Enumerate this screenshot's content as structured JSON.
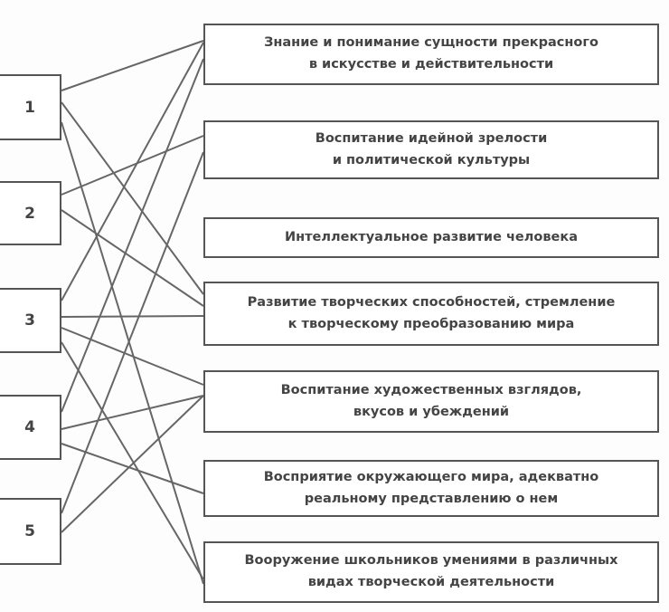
{
  "numbers": [
    "1",
    "2",
    "3",
    "4",
    "5"
  ],
  "goals": [
    "Знание и понимание сущности прекрасного\nв искусстве и действительности",
    "Воспитание идейной зрелости\nи политической культуры",
    "Интеллектуальное развитие человека",
    "Развитие творческих способностей, стремление\nк творческому преобразованию мира",
    "Воспитание художественных взглядов,\nвкусов и убеждений",
    "Восприятие окружающего мира, адекватно\nреальному представлению о нем",
    "Вооружение школьников умениями в различных\nвидах творческой деятельности"
  ],
  "connections": [
    [
      1,
      1
    ],
    [
      1,
      4
    ],
    [
      1,
      7
    ],
    [
      2,
      2
    ],
    [
      2,
      4
    ],
    [
      3,
      1
    ],
    [
      3,
      4
    ],
    [
      3,
      5
    ],
    [
      3,
      7
    ],
    [
      4,
      1
    ],
    [
      4,
      5
    ],
    [
      4,
      6
    ],
    [
      5,
      2
    ],
    [
      5,
      5
    ]
  ]
}
